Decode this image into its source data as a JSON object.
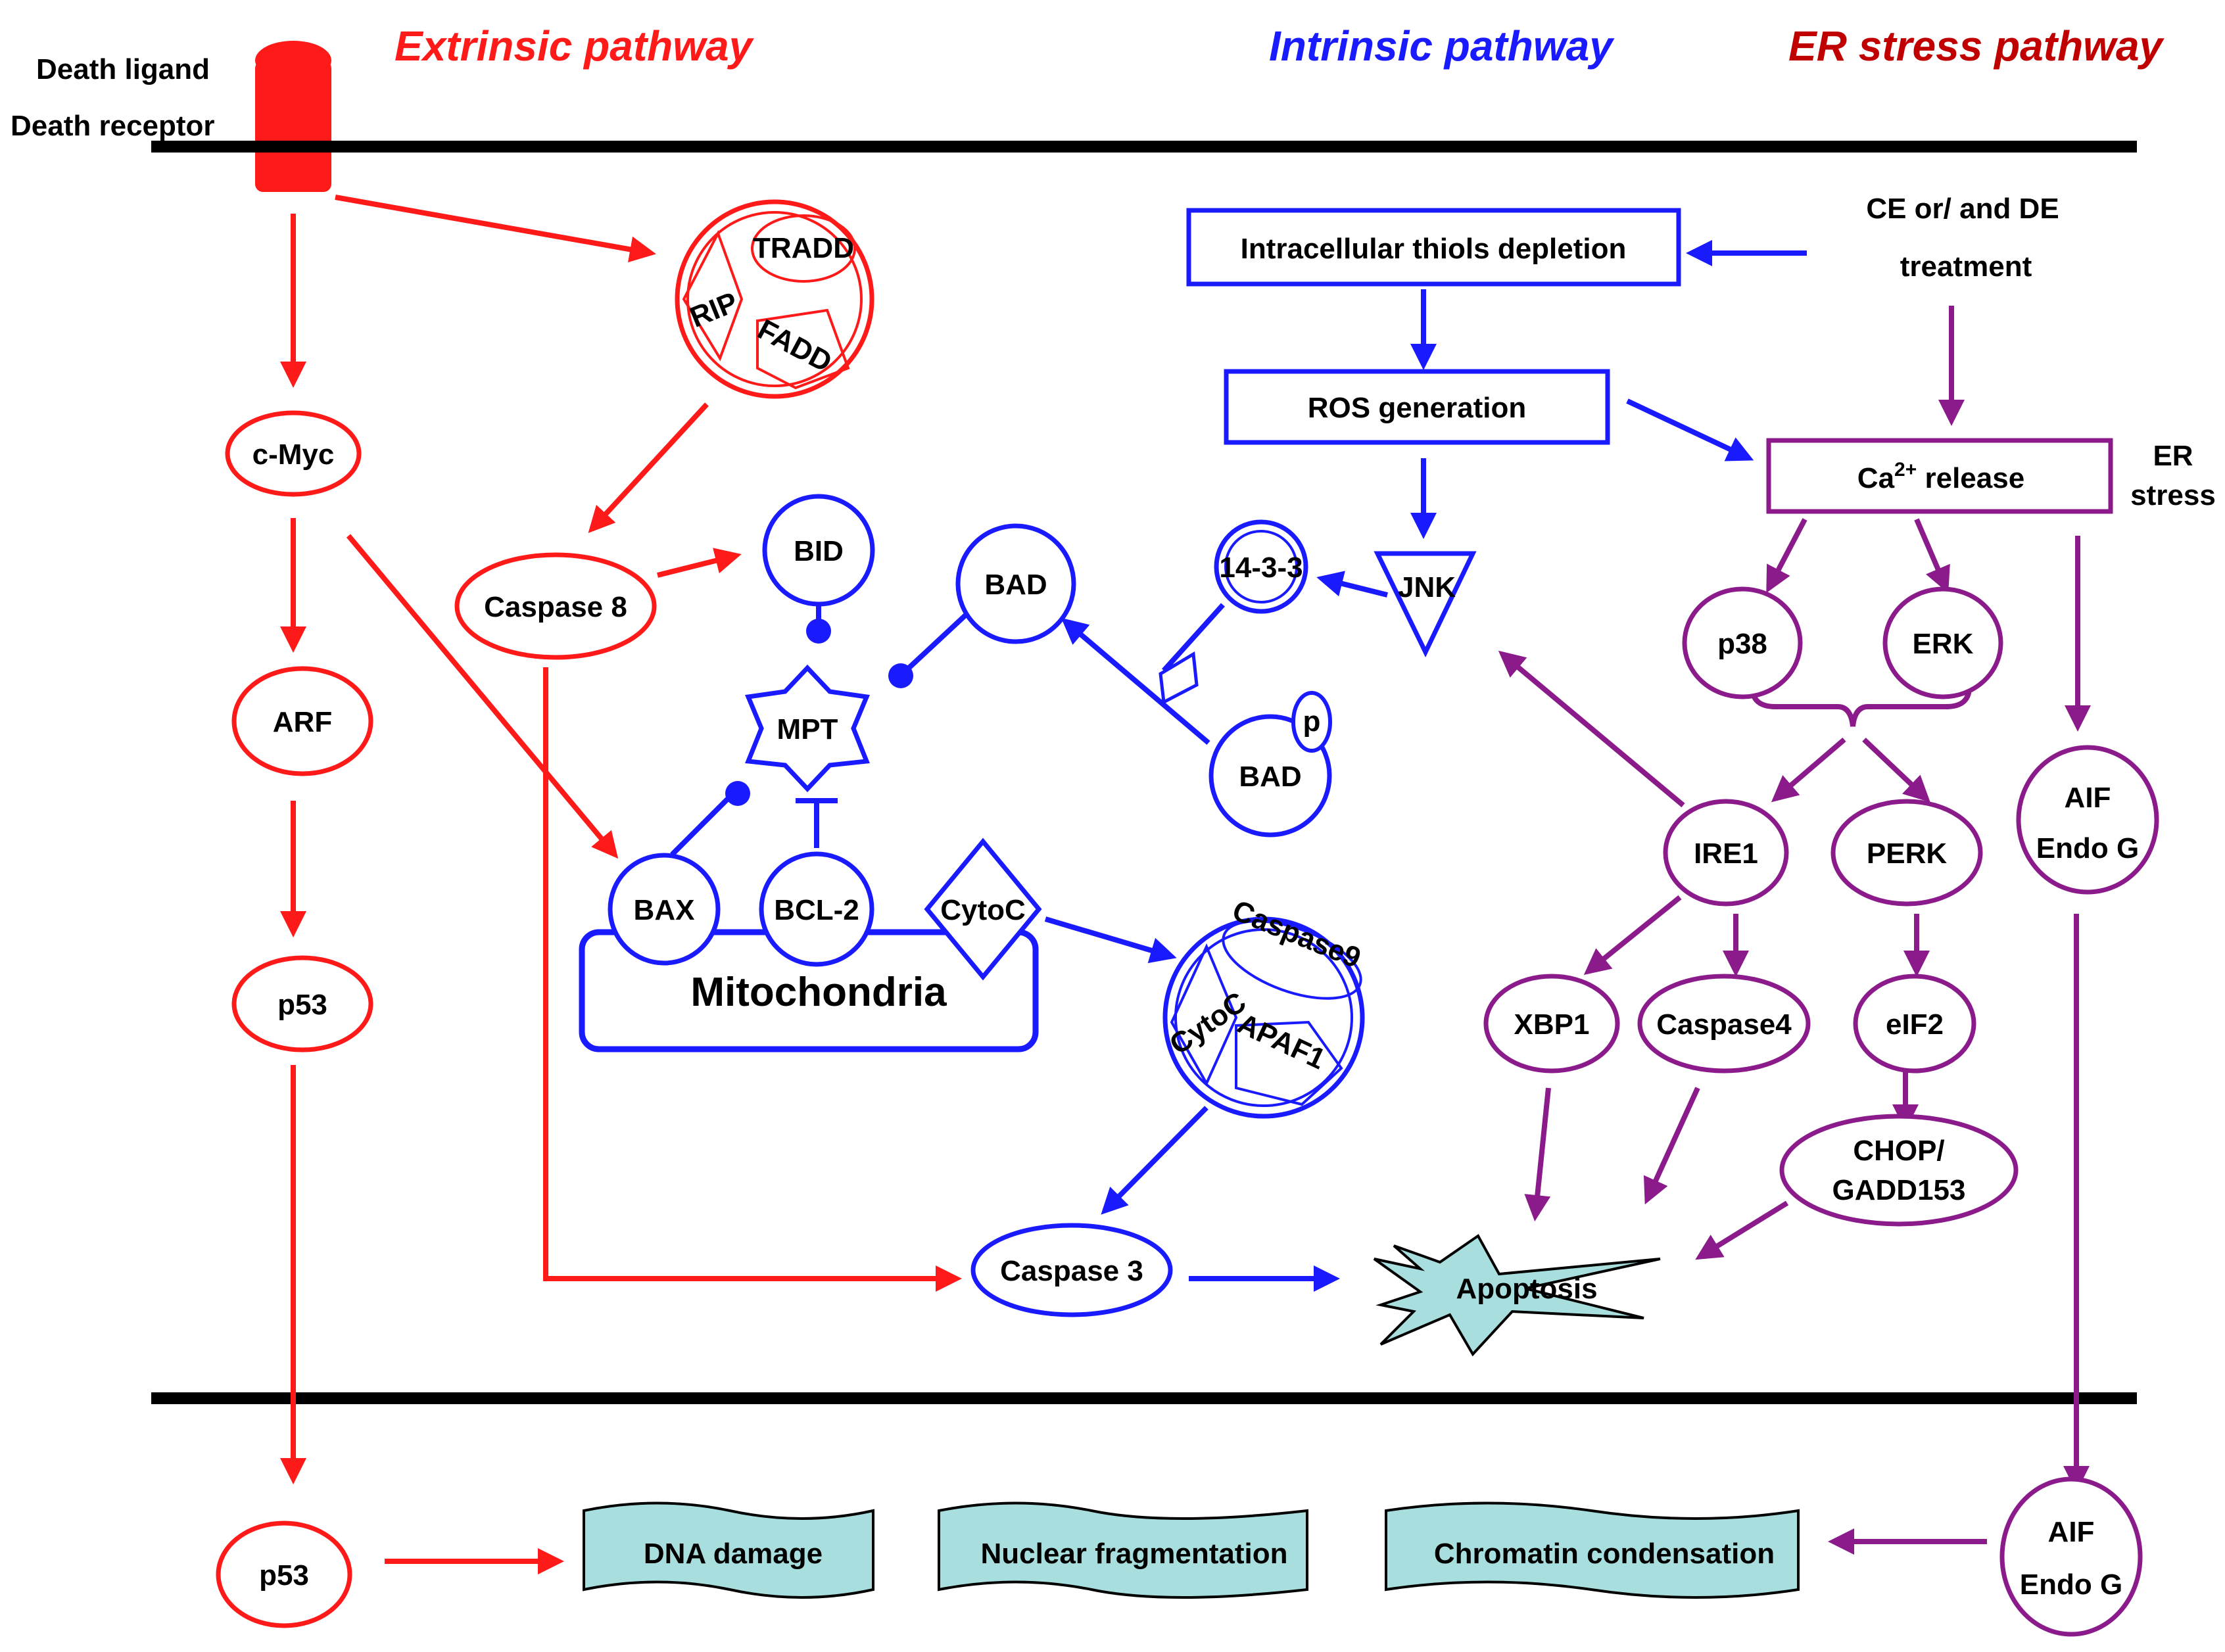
{
  "titles": {
    "extrinsic": "Extrinsic pathway",
    "intrinsic": "Intrinsic pathway",
    "er_stress": "ER stress pathway"
  },
  "colors": {
    "extrinsic": "#ff1a1a",
    "intrinsic": "#1a1aff",
    "er_stress": "#8b1a8b",
    "er_title": "#c00000",
    "nucleus_box": "#a8dede",
    "apoptosis_fill": "#a8dede",
    "membrane": "#000000"
  },
  "labels": {
    "death_ligand": "Death ligand",
    "death_receptor": "Death receptor",
    "c_myc": "c-Myc",
    "arf": "ARF",
    "p53_cyto": "p53",
    "p53_nuc": "p53",
    "tradd": "TRADD",
    "rip": "RIP",
    "fadd": "FADD",
    "caspase8": "Caspase 8",
    "bid": "BID",
    "bad": "BAD",
    "bad_p": "BAD",
    "p_mark": "p",
    "mpt": "MPT",
    "bax": "BAX",
    "bcl2": "BCL-2",
    "cytoc": "CytoC",
    "mitochondria": "Mitochondria",
    "cx_caspase9": "Caspase9",
    "cx_cytoc": "CytoC",
    "cx_apaf1": "APAF1",
    "caspase3": "Caspase 3",
    "apoptosis": "Apoptosis",
    "thiols": "Intracellular thiols depletion",
    "ros": "ROS generation",
    "jnk": "JNK",
    "p1433": "14-3-3",
    "ce_de_line1": "CE or/ and DE",
    "ce_de_line2": "treatment",
    "ca_release": "Ca",
    "ca_sup": "2+",
    "ca_rest": " release",
    "er_line1": "ER",
    "er_line2": "stress",
    "p38": "p38",
    "erk": "ERK",
    "ire1": "IRE1",
    "perk": "PERK",
    "xbp1": "XBP1",
    "caspase4": "Caspase4",
    "eif2": "eIF2",
    "chop_line1": "CHOP/",
    "chop_line2": "GADD153",
    "aif_line1": "AIF",
    "aif_line2": "Endo G",
    "aif_nuc_line1": "AIF",
    "aif_nuc_line2": "Endo G",
    "dna_damage": "DNA damage",
    "nuclear_fragmentation": "Nuclear fragmentation",
    "chromatin_condensation": "Chromatin condensation"
  }
}
